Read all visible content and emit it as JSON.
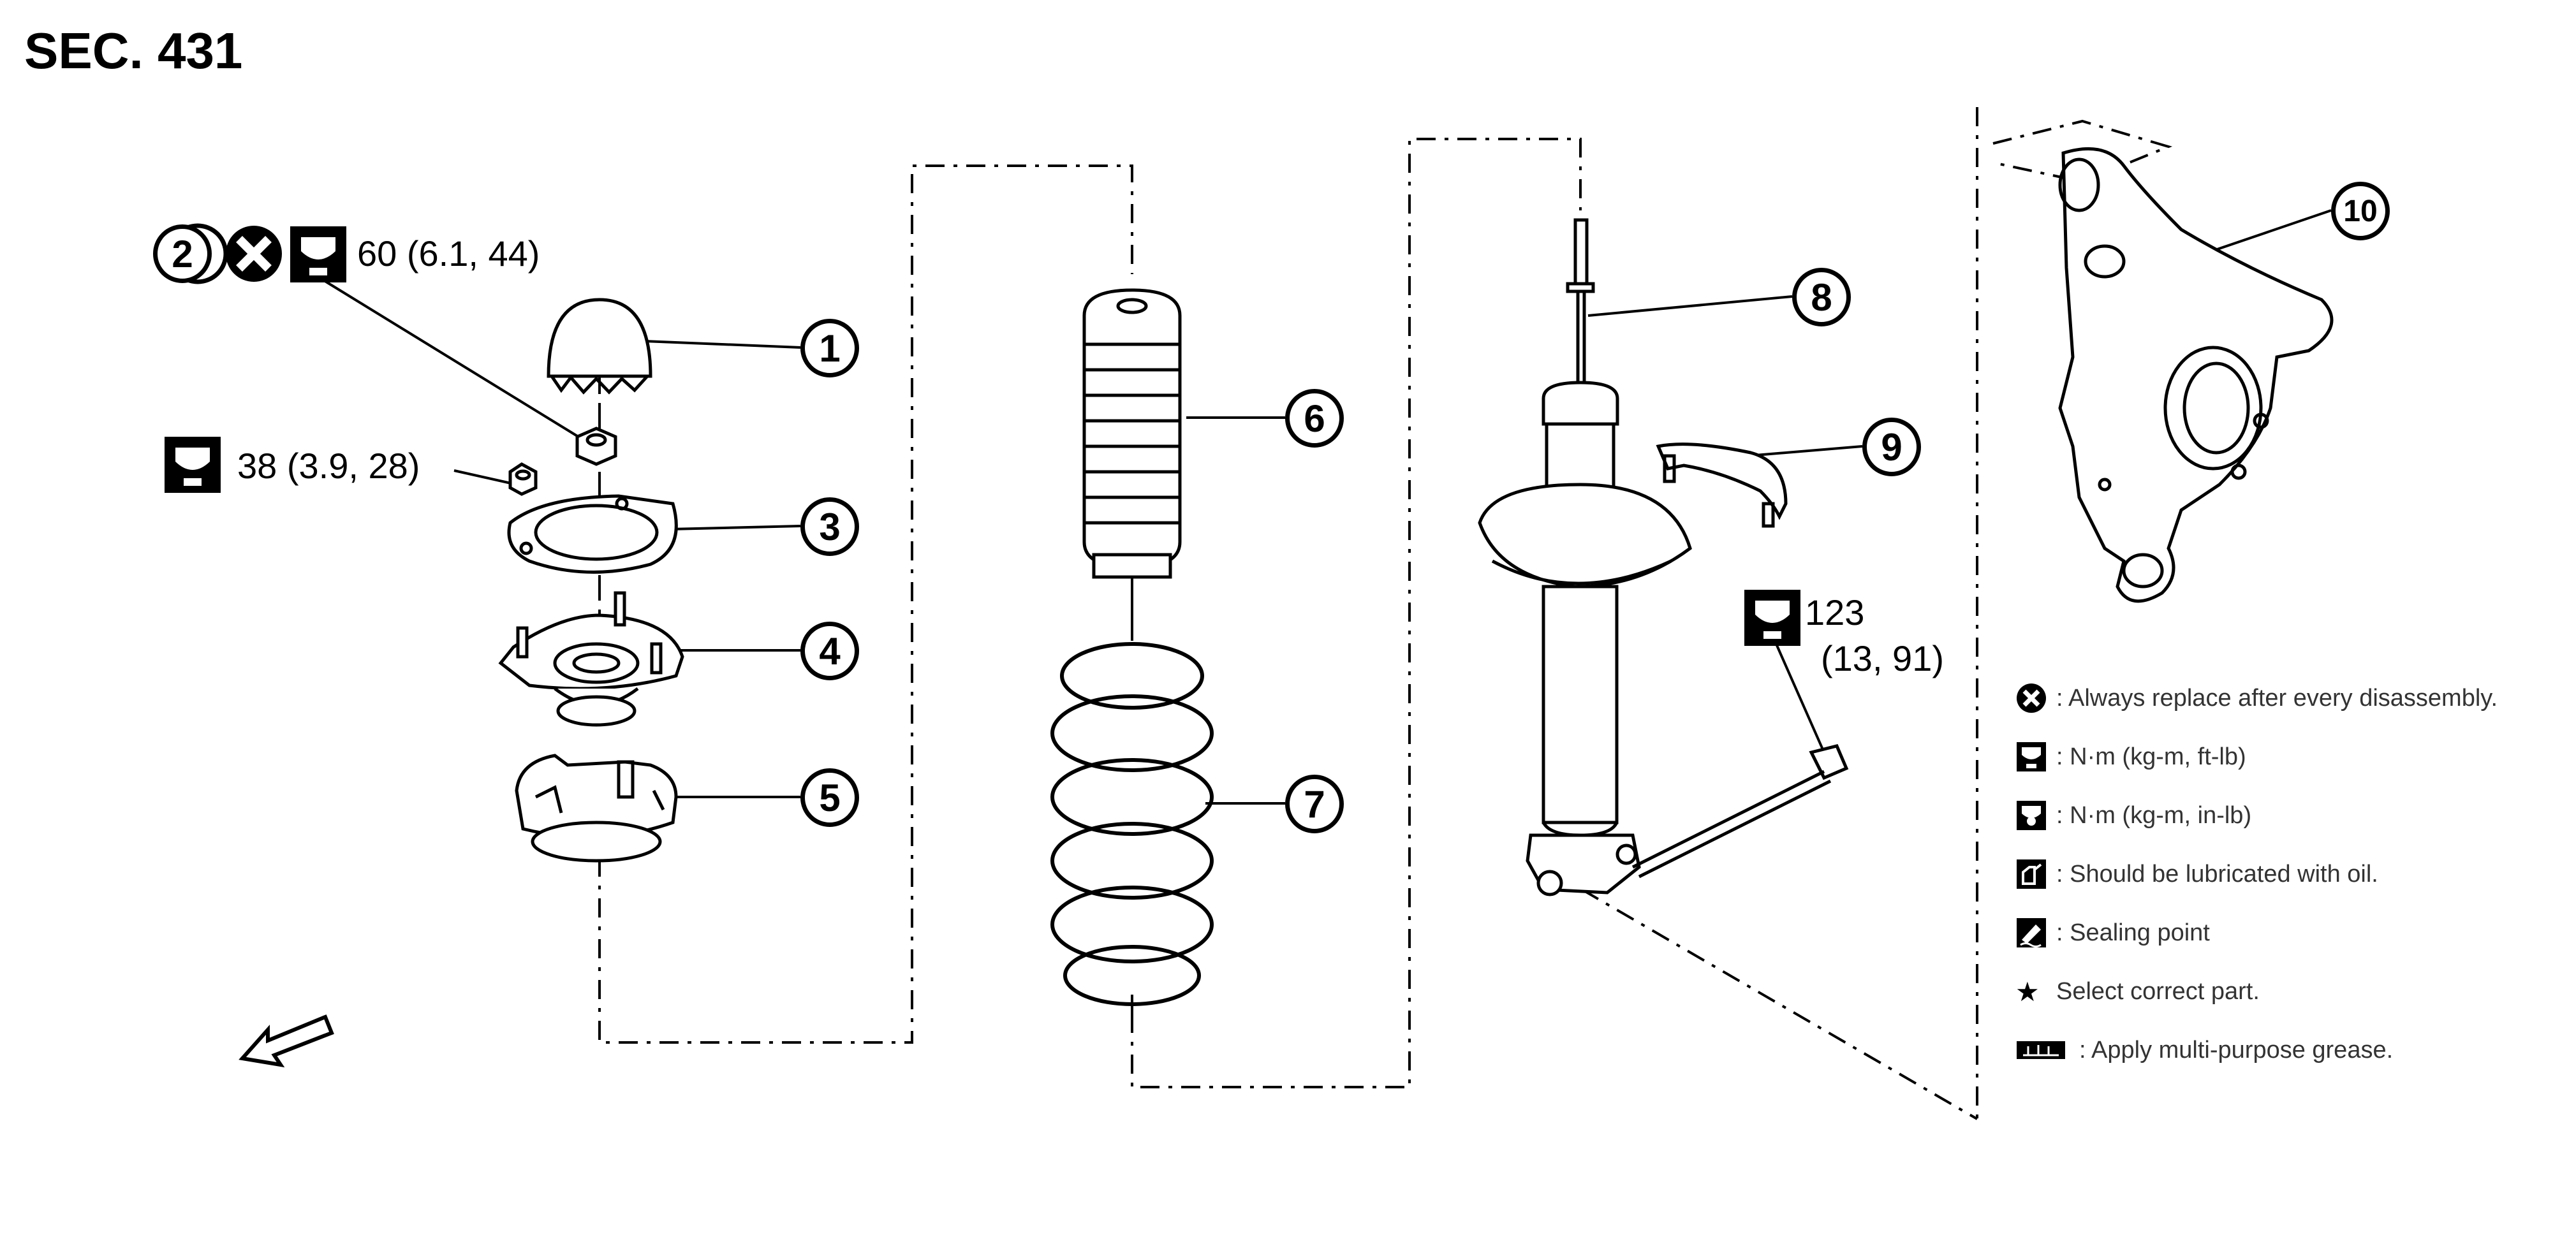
{
  "section_title": "SEC. 431",
  "torque_labels": {
    "t1": "60 (6.1, 44)",
    "t2": "38 (3.9, 28)",
    "t3_line1": "123",
    "t3_line2": "(13, 91)"
  },
  "callout_numbers": [
    "1",
    "2",
    "3",
    "4",
    "5",
    "6",
    "7",
    "8",
    "9",
    "10"
  ],
  "legend": [
    {
      "icon": "always-replace-icon",
      "text": ": Always replace after every disassembly."
    },
    {
      "icon": "torque-wrench-ft-lb-icon",
      "text": ": N·m (kg-m, ft-lb)"
    },
    {
      "icon": "torque-wrench-in-lb-icon",
      "text": ": N·m (kg-m, in-lb)"
    },
    {
      "icon": "oil-can-icon",
      "text": ": Should be lubricated with oil."
    },
    {
      "icon": "sealing-point-icon",
      "text": ": Sealing point"
    },
    {
      "icon": "star-icon",
      "text": "Select correct part."
    },
    {
      "icon": "grease-icon",
      "text": ": Apply multi-purpose grease."
    }
  ],
  "colors": {
    "ink": "#000000",
    "legend_text": "#333333",
    "background": "#ffffff"
  }
}
